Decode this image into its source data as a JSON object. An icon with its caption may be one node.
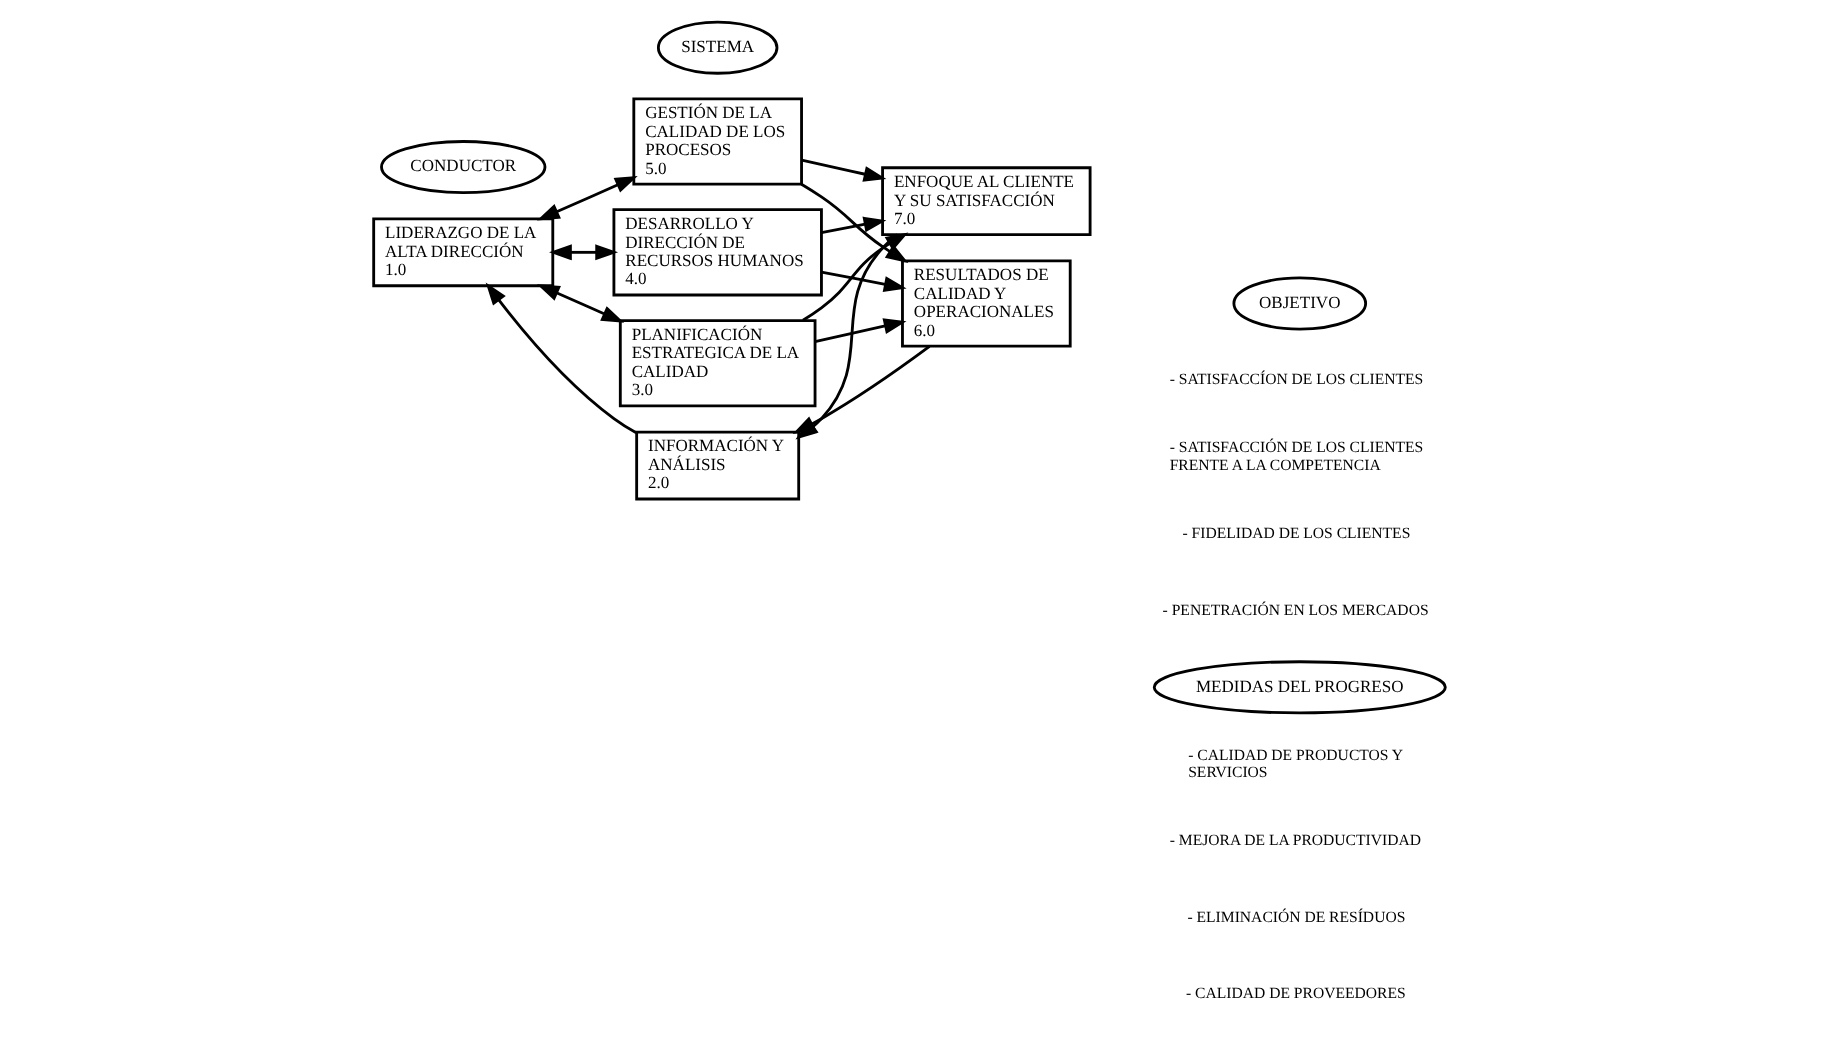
{
  "diagram": {
    "nodes": [
      {
        "text": [
          "SISTEMA"
        ]
      },
      {
        "text": [
          "CONDUCTOR"
        ]
      },
      {
        "text": [
          "LIDERAZGO DE LA ALTA DIRECCIÓN",
          "1.0"
        ]
      },
      {
        "text": [
          "GESTIÓN DE LA CALIDAD DE LOS PROCESOS",
          "5.0"
        ]
      },
      {
        "text": [
          "DESARROLLO Y DIRECCIÓN DE RECURSOS HUMANOS",
          "4.0"
        ]
      },
      {
        "text": [
          "PLANIFICACIÓN ESTRATEGICA DE LA CALIDAD",
          "3.0"
        ]
      },
      {
        "text": [
          "INFORMACIÓN Y ANÁLISIS",
          "2.0"
        ]
      },
      {
        "text": [
          "ENFOQUE AL CLIENTE Y SU SATISFACCIÓN",
          "7.0"
        ]
      },
      {
        "text": [
          "RESULTADOS DE CALIDAD Y OPERACIONALES",
          "6.0"
        ]
      },
      {
        "text": [
          "OBJETIVO"
        ]
      },
      {
        "text": [
          "MEDIDAS DEL PROGRESO"
        ]
      }
    ],
    "edges": [
      {
        "from": 2,
        "to": 3,
        "arrow": "both"
      },
      {
        "from": 2,
        "to": 4,
        "arrow": "both"
      },
      {
        "from": 2,
        "to": 5,
        "arrow": "both"
      },
      {
        "from": 6,
        "to": 2,
        "arrow": "to"
      },
      {
        "from": 3,
        "to": 7,
        "arrow": "to"
      },
      {
        "from": 3,
        "to": 8,
        "arrow": "to"
      },
      {
        "from": 4,
        "to": 7,
        "arrow": "to"
      },
      {
        "from": 4,
        "to": 8,
        "arrow": "to"
      },
      {
        "from": 5,
        "to": 7,
        "arrow": "to"
      },
      {
        "from": 5,
        "to": 8,
        "arrow": "to"
      },
      {
        "from": 7,
        "to": 6,
        "arrow": "to"
      },
      {
        "from": 8,
        "to": 6,
        "arrow": "to"
      }
    ],
    "labels": [
      "- SATISFACCÍON DE LOS CLIENTES",
      "- SATISFACCIÓN DE LOS CLIENTES FRENTE A LA COMPETENCIA",
      "- FIDELIDAD DE LOS CLIENTES",
      "- PENETRACIÓN EN LOS MERCADOS",
      "- CALIDAD DE PRODUCTOS Y SERVICIOS",
      "- MEJORA DE LA PRODUCTIVIDAD",
      "- ELIMINACIÓN DE RESÍDUOS",
      "- CALIDAD DE PROVEEDORES"
    ]
  }
}
